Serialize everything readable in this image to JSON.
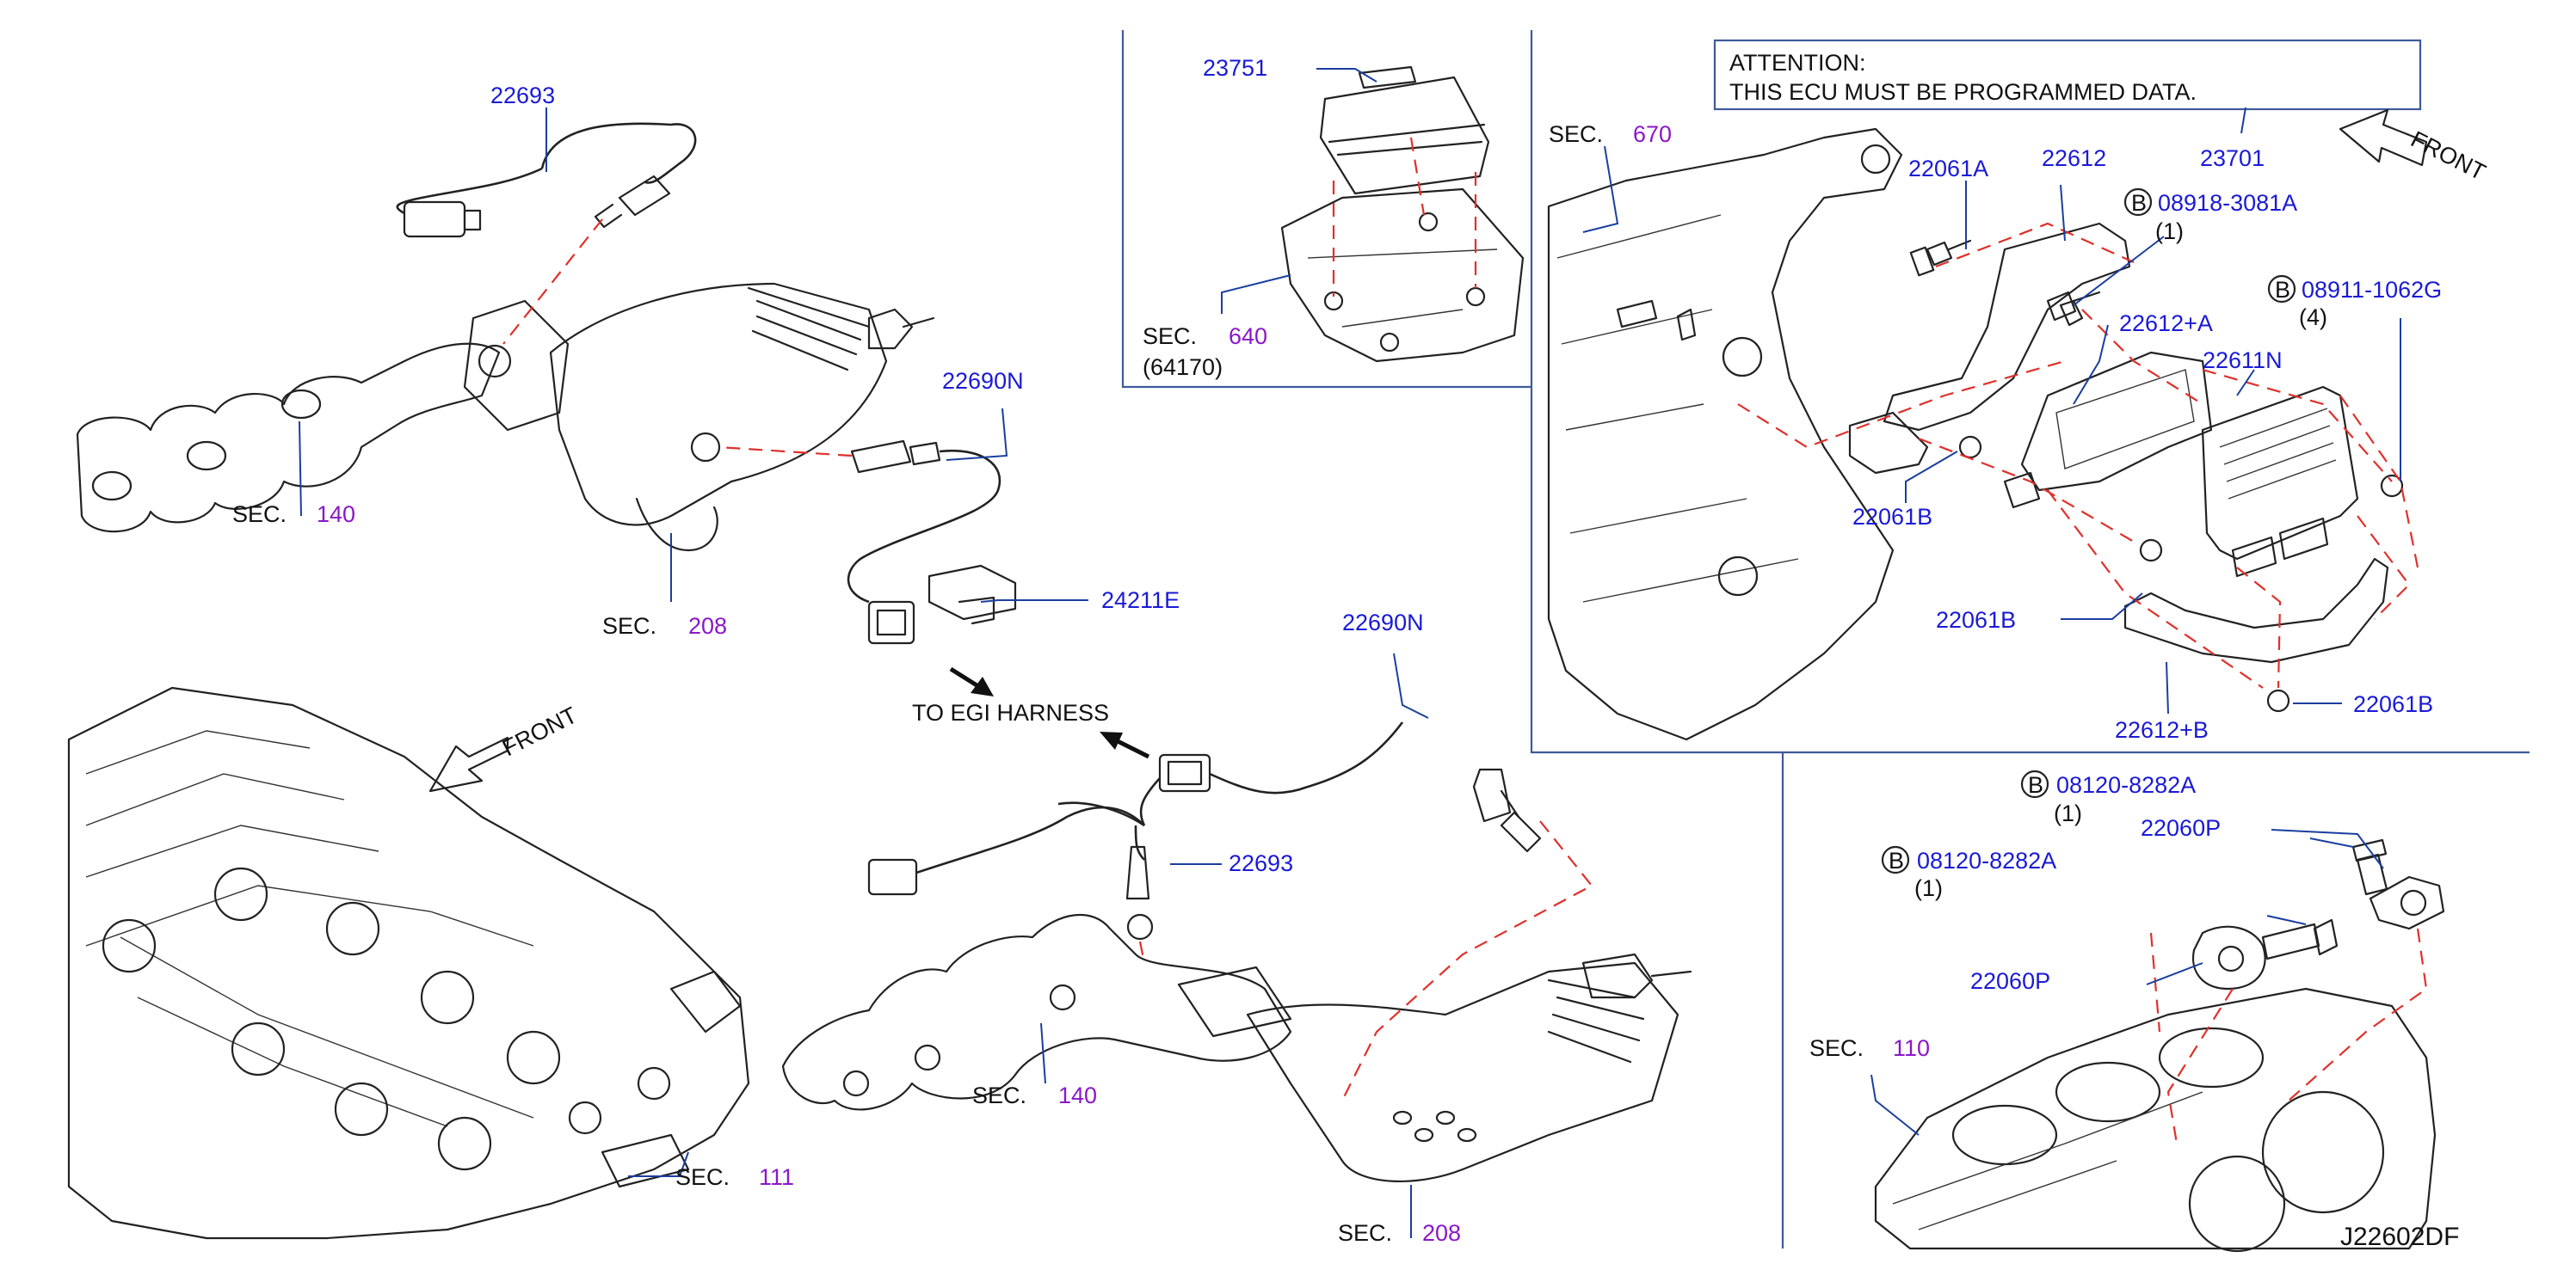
{
  "diagram_code": "J22602DF",
  "attention": {
    "line1": "ATTENTION:",
    "line2": "THIS   ECU   MUST   BE   PROGRAMMED   DATA."
  },
  "harness_note": "TO   EGI   HARNESS",
  "front_left": "FRONT",
  "front_right": "FRONT",
  "sec_word": "SEC.",
  "sec_numbers": {
    "s140_top": "140",
    "s208_top": "208",
    "s111": "111",
    "s140_bot": "140",
    "s208_bot": "208",
    "s640": "640",
    "s670": "670",
    "s110": "110"
  },
  "sec_640_sub": "(64170)",
  "parts": {
    "p22693_top": "22693",
    "p22690N_top": "22690N",
    "p24211E": "24211E",
    "p22690N_bot": "22690N",
    "p22693_bot": "22693",
    "p23751": "23751",
    "p22061A": "22061A",
    "p22612": "22612",
    "p23701": "23701",
    "p08918": "08918-3081A",
    "p08918_qty": "(1)",
    "p08911": "08911-1062G",
    "p08911_qty": "(4)",
    "p22612A": "22612+A",
    "p22611N": "22611N",
    "p22061B_1": "22061B",
    "p22061B_2": "22061B",
    "p22061B_3": "22061B",
    "p22612B": "22612+B",
    "p08120_a": "08120-8282A",
    "p08120_a_qty": "(1)",
    "p08120_b": "08120-8282A",
    "p08120_b_qty": "(1)",
    "p22060P_a": "22060P",
    "p22060P_b": "22060P",
    "bolt_mark": "B"
  }
}
